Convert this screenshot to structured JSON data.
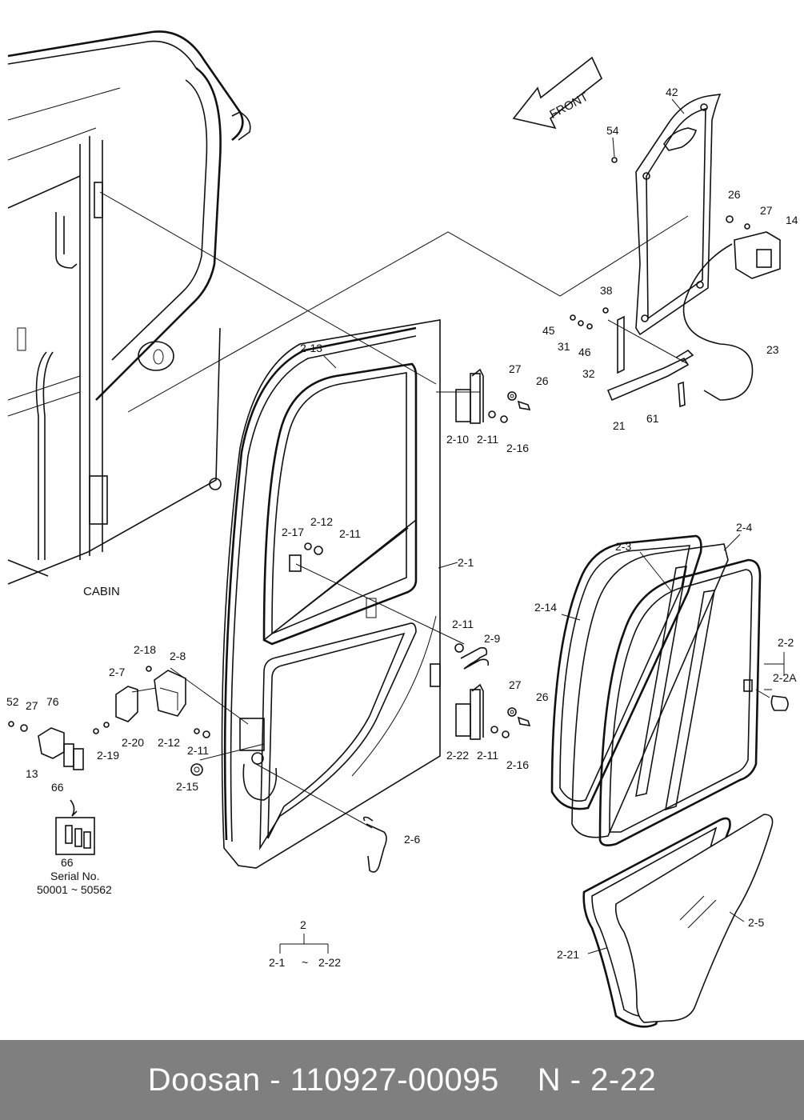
{
  "diagram": {
    "front_arrow": "FRONT",
    "cabin_label": "CABIN",
    "serial": {
      "label": "Serial No.",
      "range": "50001 ~ 50562",
      "part": "66"
    },
    "assembly": {
      "parent": "2",
      "from": "2-1",
      "tilde": "~",
      "to": "2-22"
    },
    "callouts": {
      "c42": "42",
      "c54": "54",
      "c26a": "26",
      "c27a": "27",
      "c14": "14",
      "c38": "38",
      "c45": "45",
      "c31": "31",
      "c46": "46",
      "c32": "32",
      "c23": "23",
      "c21": "21",
      "c61": "61",
      "c2_13": "2-13",
      "c27b": "27",
      "c26b": "26",
      "c2_10": "2-10",
      "c2_11a": "2-11",
      "c2_16a": "2-16",
      "c2_17": "2-17",
      "c2_12a": "2-12",
      "c2_11b": "2-11",
      "c2_1": "2-1",
      "c2_11c": "2-11",
      "c2_9": "2-9",
      "c27c": "27",
      "c26c": "26",
      "c2_22": "2-22",
      "c2_11d": "2-11",
      "c2_16b": "2-16",
      "c2_18": "2-18",
      "c2_8": "2-8",
      "c2_7": "2-7",
      "c52": "52",
      "c27d": "27",
      "c76": "76",
      "c13": "13",
      "c66": "66",
      "c2_19": "2-19",
      "c2_20": "2-20",
      "c2_12b": "2-12",
      "c2_11e": "2-11",
      "c2_15": "2-15",
      "c2_6": "2-6",
      "c2_3": "2-3",
      "c2_4": "2-4",
      "c2_14": "2-14",
      "c2_2": "2-2",
      "c2_2A": "2-2A",
      "c2_5": "2-5",
      "c2_21": "2-21"
    }
  },
  "footer": {
    "brand": "Doosan",
    "separator": "-",
    "part_number": "110927-00095",
    "page_ref": "N - 2-22"
  }
}
